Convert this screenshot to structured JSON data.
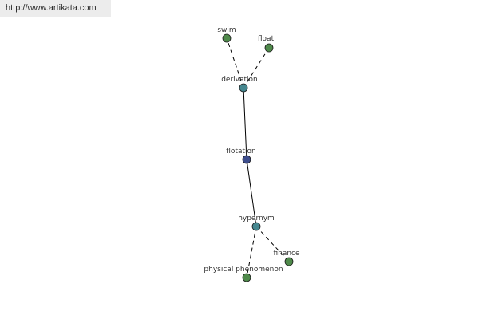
{
  "header": {
    "url": "http://www.artikata.com"
  },
  "graph": {
    "colors": {
      "center": "#3d4d8c",
      "relation": "#45878f",
      "leaf": "#4f8a4b",
      "edge": "#000000"
    },
    "nodes": {
      "swim": {
        "label": "swim",
        "kind": "leaf"
      },
      "float": {
        "label": "float",
        "kind": "leaf"
      },
      "derivation": {
        "label": "derivation",
        "kind": "relation"
      },
      "flotation": {
        "label": "flotation",
        "kind": "center"
      },
      "hypernym": {
        "label": "hypernym",
        "kind": "relation"
      },
      "finance": {
        "label": "finance",
        "kind": "leaf"
      },
      "physical_phenomenon": {
        "label": "physical phenomenon",
        "kind": "leaf"
      }
    },
    "edges": [
      {
        "from": "derivation",
        "to": "swim",
        "style": "dashed"
      },
      {
        "from": "derivation",
        "to": "float",
        "style": "dashed"
      },
      {
        "from": "flotation",
        "to": "derivation",
        "style": "solid"
      },
      {
        "from": "flotation",
        "to": "hypernym",
        "style": "solid"
      },
      {
        "from": "hypernym",
        "to": "finance",
        "style": "dashed"
      },
      {
        "from": "hypernym",
        "to": "physical_phenomenon",
        "style": "dashed"
      }
    ]
  }
}
